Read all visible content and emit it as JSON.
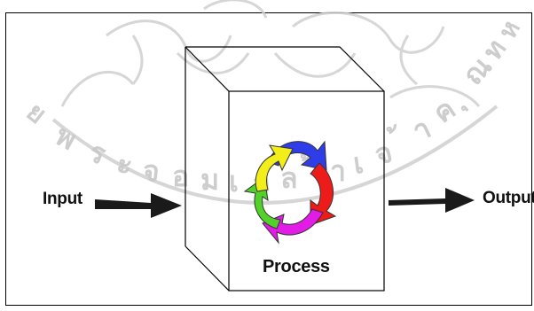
{
  "diagram": {
    "input_label": "Input",
    "process_label": "Process",
    "output_label": "Output",
    "watermark_lettering": "มหาวิทยาลัยราชภัฏพระจอมเกล้าเจ้าคุณทหาร",
    "colors": {
      "arrow": "#1a1a1a",
      "cube_edge": "#000000",
      "cycle_blue": "#2f3de8",
      "cycle_red": "#ee1b1b",
      "cycle_magenta": "#e21ce6",
      "cycle_green": "#52d12a",
      "cycle_yellow": "#f2ee1a",
      "watermark": "#c8c8c8"
    }
  }
}
